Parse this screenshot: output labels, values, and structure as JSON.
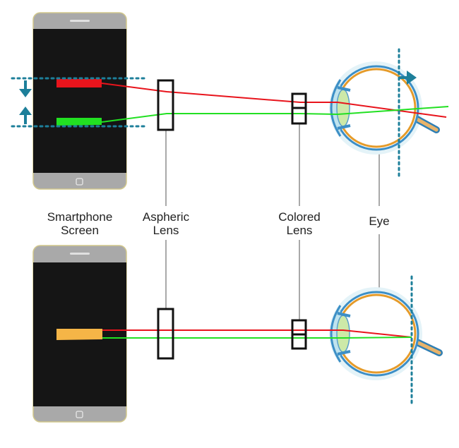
{
  "labels": {
    "screen_line1": "Smartphone",
    "screen_line2": "Screen",
    "aspheric_line1": "Aspheric",
    "aspheric_line2": "Lens",
    "colored_line1": "Colored",
    "colored_line2": "Lens",
    "eye": "Eye"
  },
  "colors": {
    "phone_body": "#a7a7a7",
    "phone_outline": "#cfc58a",
    "phone_screen": "#151515",
    "red_ray": "#e8141c",
    "green_ray": "#22e022",
    "yellow_image": "#f5b547",
    "guide_dotted": "#1d7f9a",
    "lens_frame": "#111111",
    "leader_line": "#8a8a8a",
    "eye_blue": "#3d8fc6",
    "eye_orange": "#e59b2a",
    "eye_lightblue": "#bfe3ee"
  }
}
